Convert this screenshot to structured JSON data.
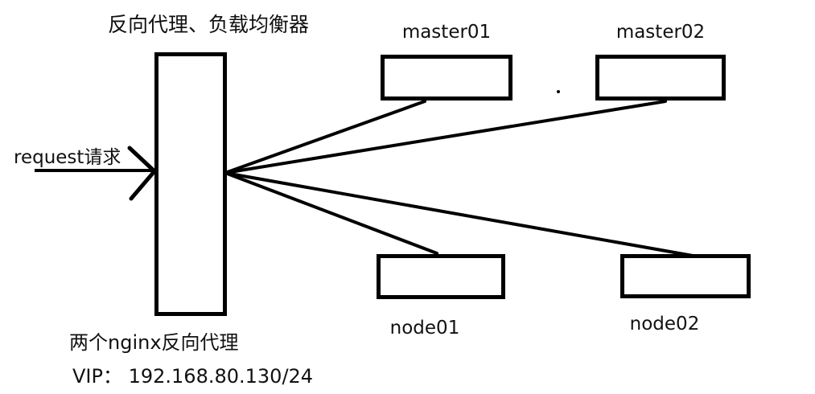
{
  "diagram": {
    "title": "反向代理、负载均衡器",
    "request_label": "request请求",
    "proxy": {
      "note_line1": "两个nginx反向代理",
      "note_line2": "VIP： 192.168.80.130/24"
    },
    "servers": [
      {
        "id": "master01",
        "label": "master01"
      },
      {
        "id": "master02",
        "label": "master02"
      },
      {
        "id": "node01",
        "label": "node01"
      },
      {
        "id": "node02",
        "label": "node02"
      }
    ],
    "colors": {
      "stroke": "#000000",
      "text": "#111111",
      "background": "#ffffff"
    }
  }
}
